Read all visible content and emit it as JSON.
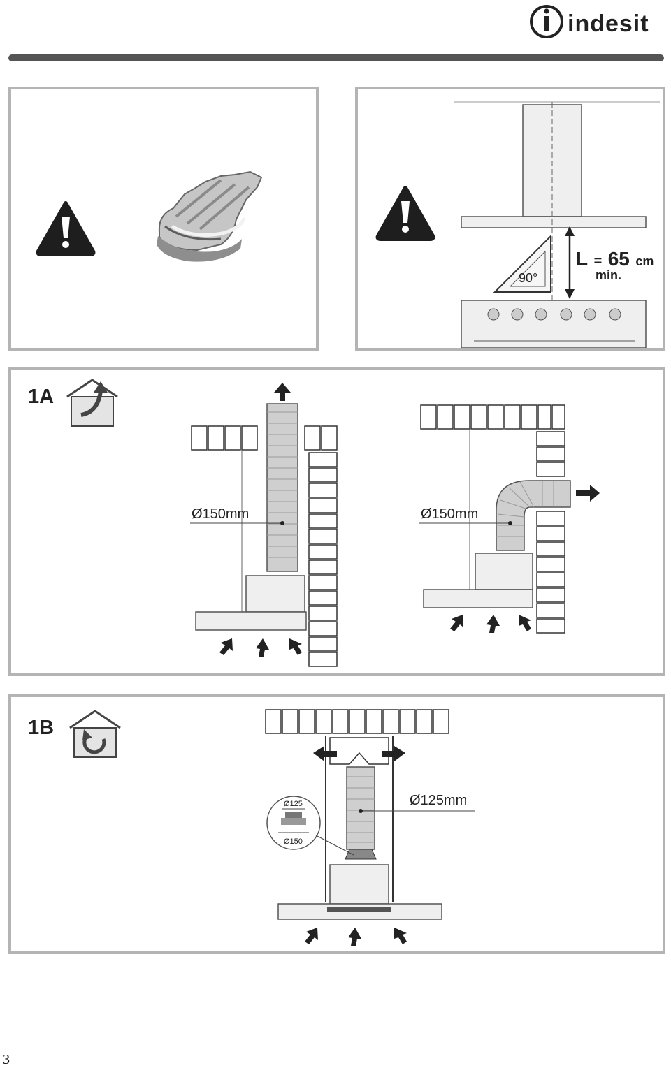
{
  "header": {
    "brand": "indesit"
  },
  "warning_panels": {
    "clearance": {
      "angle_label": "90°",
      "l_label": "L",
      "equals": "=",
      "distance_value": "65",
      "distance_unit": "cm",
      "min_label": "min."
    }
  },
  "section_1a": {
    "label": "1A",
    "left_diagram": {
      "duct_label": "Ø150mm"
    },
    "right_diagram": {
      "duct_label": "Ø150mm"
    }
  },
  "section_1b": {
    "label": "1B",
    "duct_label": "Ø125mm",
    "adapter": {
      "top_label": "Ø125",
      "bottom_label": "Ø150"
    }
  },
  "footer": {
    "page_number": "3"
  },
  "colors": {
    "frame": "#b4b4b4",
    "duct": "#cfcfcf",
    "hood": "#efefef",
    "arrow": "#222222",
    "bar": "#555555"
  }
}
